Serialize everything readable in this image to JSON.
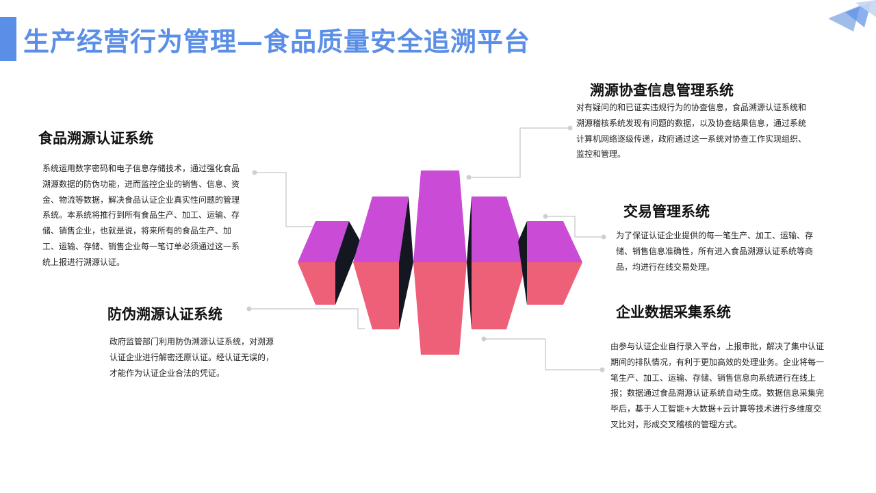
{
  "page": {
    "title": "生产经营行为管理—食品质量安全追溯平台"
  },
  "sections": {
    "left_top": {
      "heading": "食品溯源认证系统",
      "body": "系统运用数字密码和电子信息存储技术，通过强化食品溯源数据的防伪功能，进而监控企业的销售、信息、资金、物流等数据，解决食品认证企业真实性问题的管理系统。本系统将推行到所有食品生产、加工、运输、存储、销售企业，也就是说，将来所有的食品生产、加工、运输、存储、销售企业每一笔订单必须通过这一系统上报进行溯源认证。"
    },
    "left_bottom": {
      "heading": "防伪溯源认证系统",
      "body": "政府监管部门利用防伪溯源认证系统，对溯源认证企业进行解密还原认证。经认证无误的，才能作为认证企业合法的凭证。"
    },
    "right_top": {
      "heading": "溯源协查信息管理系统",
      "body": "对有疑问的和已证实违规行为的协查信息，食品溯源认证系统和溯源稽核系统发现有问题的数据，以及协查结果信息，通过系统计算机网络逐级传递，政府通过这一系统对协查工作实现组织、监控和管理。"
    },
    "right_middle": {
      "heading": "交易管理系统",
      "body": "为了保证认证企业提供的每一笔生产、加工、运输、存储、销售信息准确性，所有进入食品溯源认证系统等商品，均进行在线交易处理。"
    },
    "right_bottom": {
      "heading": "企业数据采集系统",
      "body": "由参与认证企业自行录入平台，上报审批，解决了集中认证期间的排队情况，有利于更加高效的处理业务。企业将每一笔生产、加工、运输、存储、销售信息向系统进行在线上报；数据通过食品溯源认证系统自动生成。数据信息采集完毕后，基于人工智能+大数据+云计算等技术进行多维度交叉比对，形成交叉稽核的管理方式。"
    }
  },
  "colors": {
    "accent_blue": "#5b8ee6",
    "bar_top": "#c94bd6",
    "bar_front": "#ee5f78",
    "bar_side": "#141722",
    "connector": "#cfcfcf"
  }
}
